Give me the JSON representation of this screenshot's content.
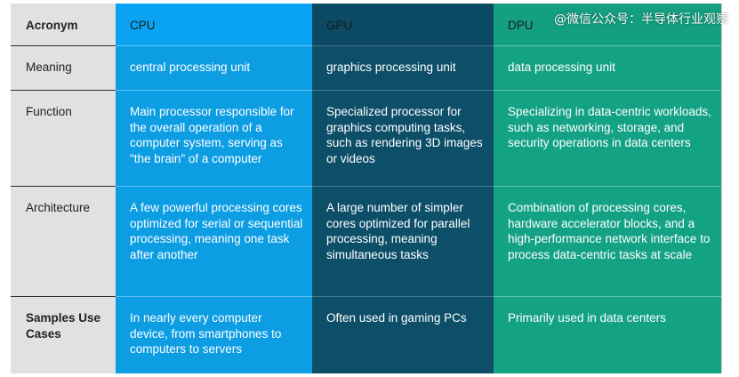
{
  "header": {
    "label": "Acronym",
    "cpu": "CPU",
    "gpu": "GPU",
    "dpu": "DPU"
  },
  "watermark": "@微信公众号：半导体行业观察",
  "rows": [
    {
      "label": "Meaning",
      "cpu": "central processing unit",
      "gpu": "graphics processing unit",
      "dpu": "data processing unit"
    },
    {
      "label": "Function",
      "cpu": "Main processor responsible for the overall operation of a computer system, serving as \"the brain\" of a computer",
      "gpu": "Specialized processor for graphics computing tasks, such as rendering 3D images or videos",
      "dpu": "Specializing in data-centric workloads, such as networking, storage, and security operations in data centers"
    },
    {
      "label": "Architecture",
      "cpu": "A few powerful processing cores optimized for serial or sequential processing, meaning one task after another",
      "gpu": "A large number of simpler cores optimized for parallel processing, meaning simultaneous tasks",
      "dpu": "Combination of processing cores, hardware accelerator blocks, and a high-performance network interface to process data-centric tasks at scale"
    },
    {
      "label": "Samples Use Cases",
      "cpu": "In nearly every computer device, from smartphones to computers to servers",
      "gpu": "Often used in gaming PCs",
      "dpu": "Primarily used in data centers"
    }
  ],
  "colors": {
    "label_bg": "#e1e1e1",
    "cpu": "#0d9de3",
    "gpu": "#0d4f68",
    "dpu": "#14a284"
  }
}
